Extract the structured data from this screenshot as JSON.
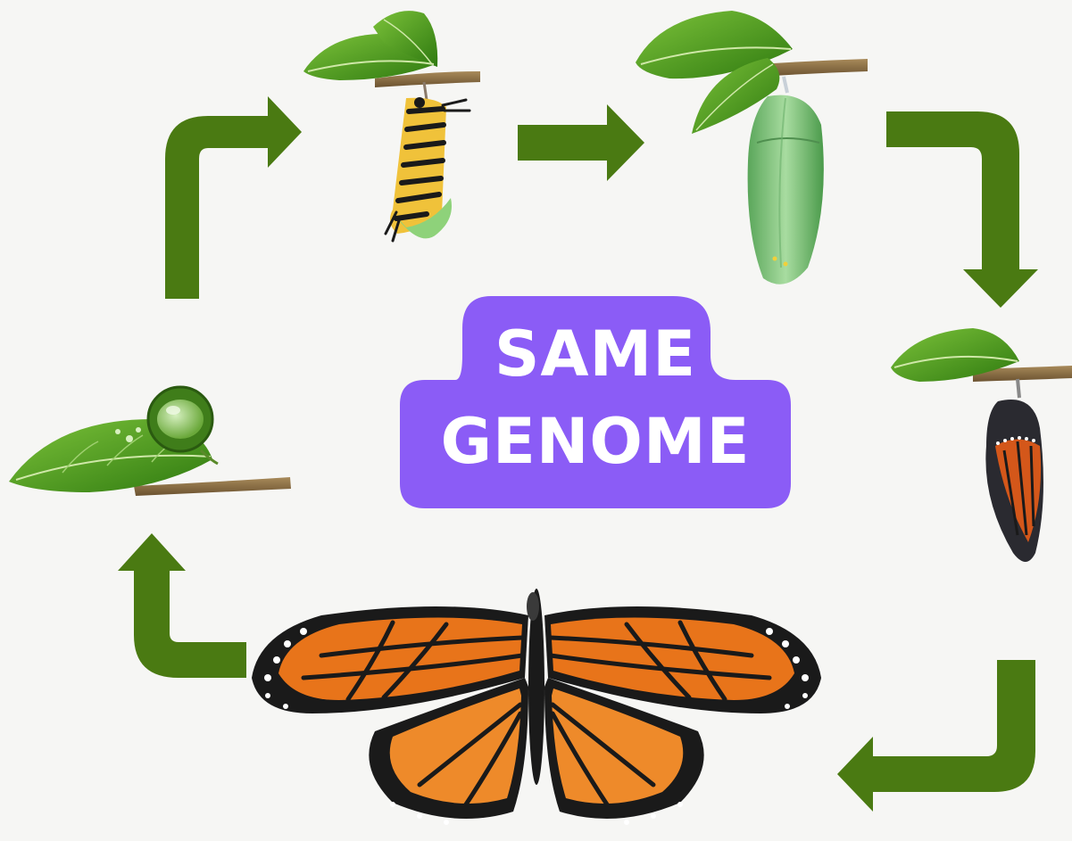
{
  "center_label": {
    "line1": "SAME",
    "line2": "GENOME"
  },
  "stages": [
    {
      "name": "egg",
      "icon": "egg-on-leaf-icon"
    },
    {
      "name": "caterpillar",
      "icon": "caterpillar-icon"
    },
    {
      "name": "early-chrysalis",
      "icon": "green-chrysalis-icon"
    },
    {
      "name": "late-chrysalis",
      "icon": "dark-chrysalis-icon"
    },
    {
      "name": "adult-butterfly",
      "icon": "monarch-butterfly-icon"
    }
  ],
  "colors": {
    "background": "#f6f6f4",
    "arrow": "#4a7a12",
    "label_bg": "#8b5cf6",
    "label_text": "#ffffff",
    "wing_orange": "#e8741a",
    "wing_black": "#1a1a1a",
    "leaf": "#4e9a1f",
    "chrysalis_green": "#7ec27a"
  }
}
